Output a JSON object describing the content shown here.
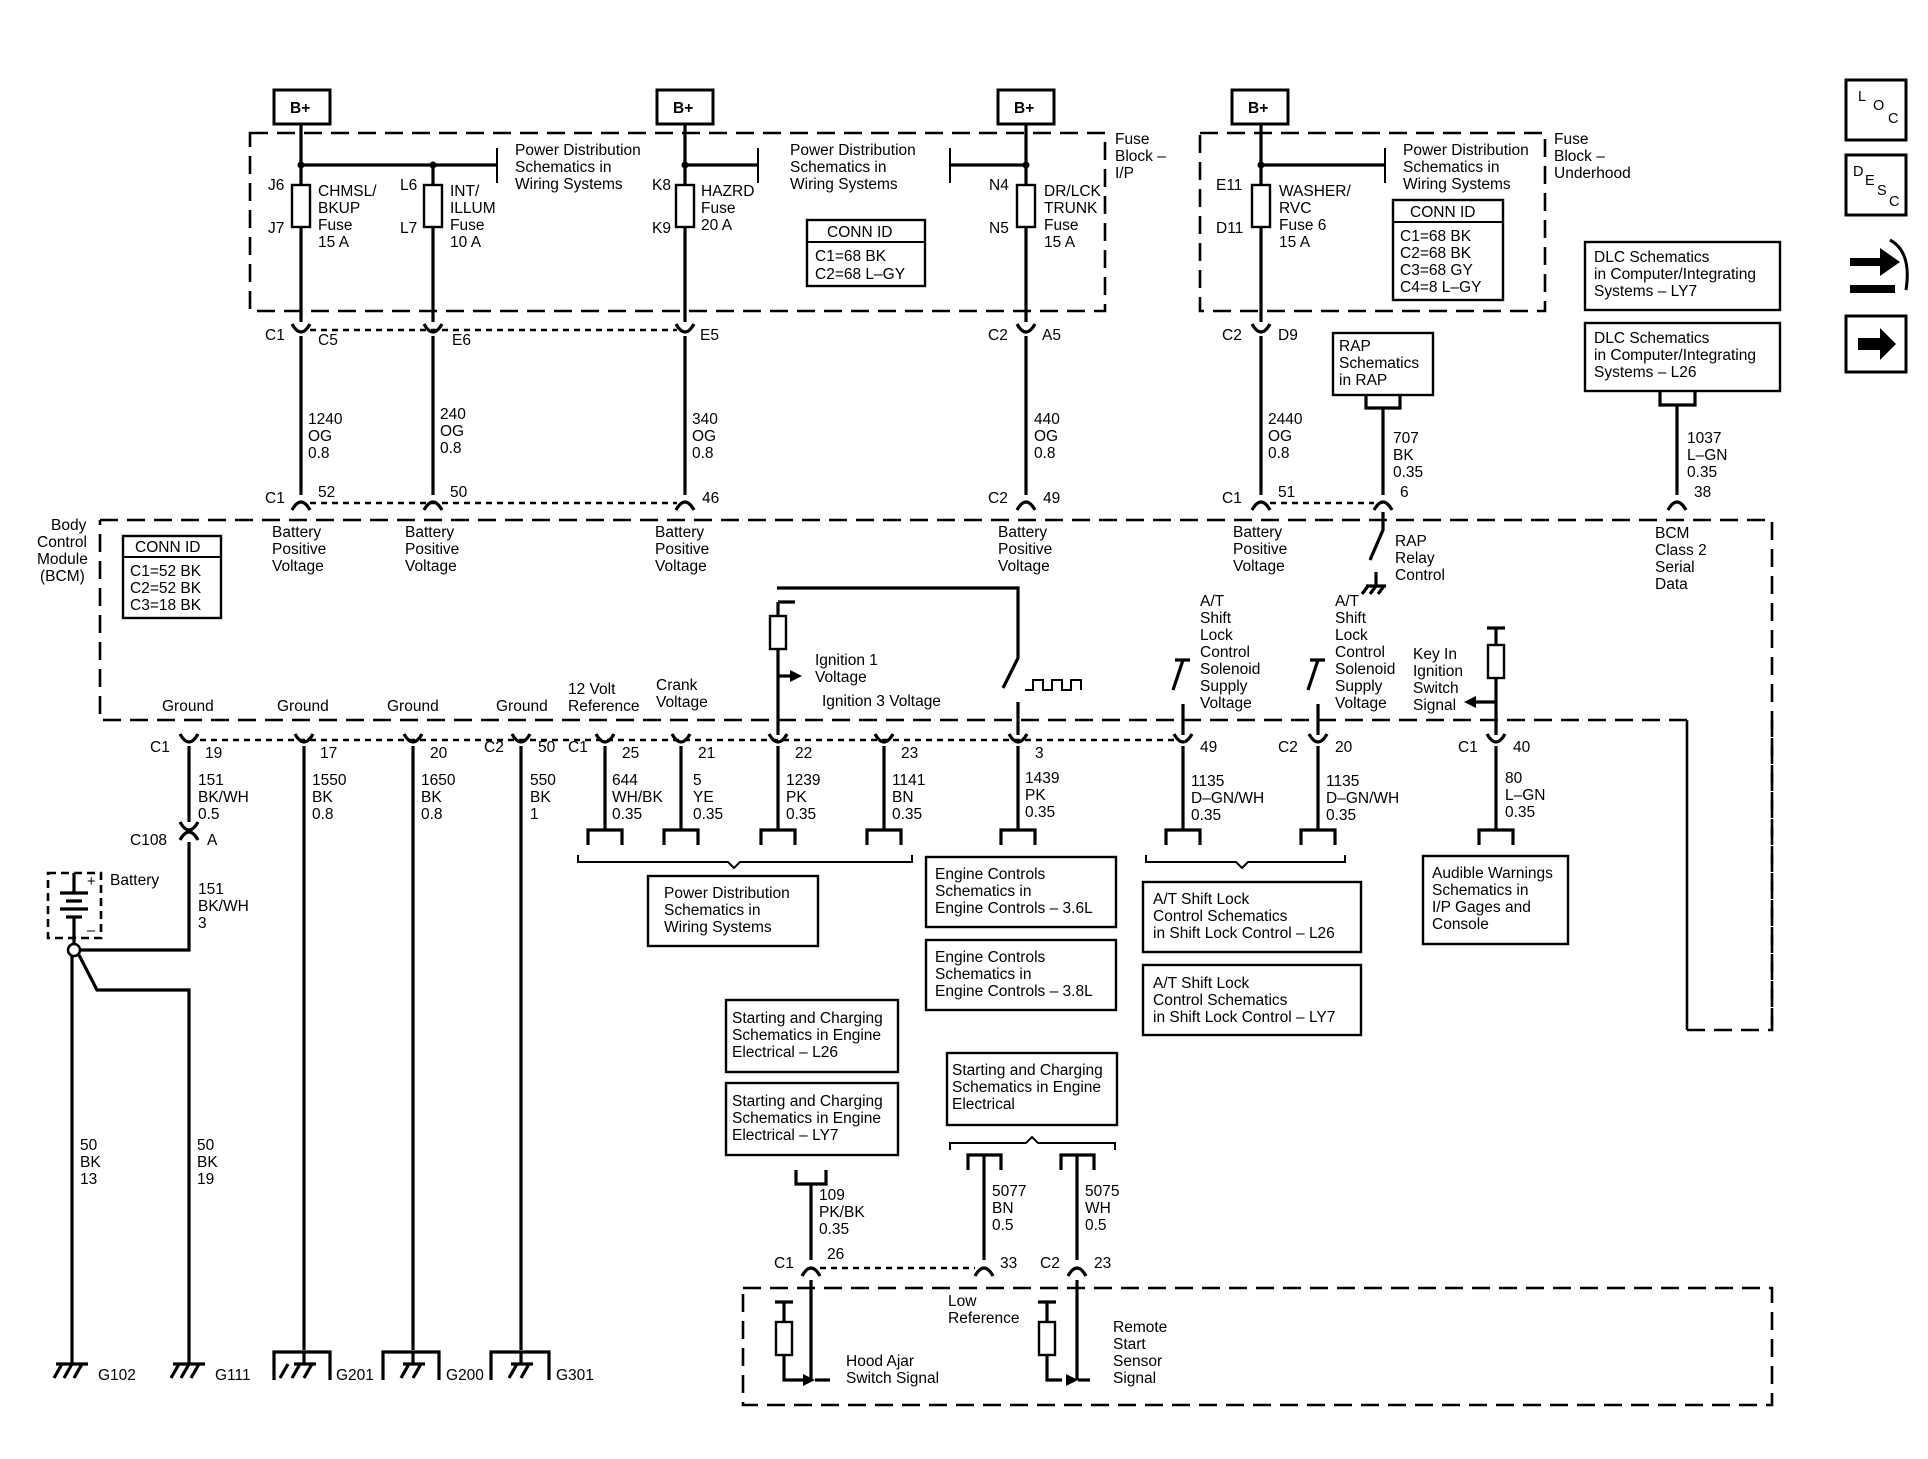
{
  "bplus": "B+",
  "fuse_block_ip": [
    "Fuse",
    "Block –",
    "I/P"
  ],
  "fuse_block_uh": [
    "Fuse",
    "Block –",
    "Underhood"
  ],
  "pds_ref": [
    "Power Distribution",
    "Schematics in",
    "Wiring Systems"
  ],
  "conn_ip": {
    "title": "CONN ID",
    "rows": [
      "C1=68 BK",
      "C2=68 L–GY"
    ]
  },
  "conn_uh": {
    "title": "CONN ID",
    "rows": [
      "C1=68 BK",
      "C2=68 BK",
      "C3=68 GY",
      "C4=8 L–GY"
    ]
  },
  "conn_bcm": {
    "title": "CONN ID",
    "rows": [
      "C1=52 BK",
      "C2=52 BK",
      "C3=18 BK"
    ]
  },
  "fuses": [
    {
      "top": "J6",
      "bot": "J7",
      "label": [
        "CHMSL/",
        "BKUP",
        "Fuse",
        "15 A"
      ]
    },
    {
      "top": "L6",
      "bot": "L7",
      "label": [
        "INT/",
        "ILLUM",
        "Fuse",
        "10 A"
      ]
    },
    {
      "top": "K8",
      "bot": "K9",
      "label": [
        "HAZRD",
        "Fuse",
        "20 A"
      ]
    },
    {
      "top": "N4",
      "bot": "N5",
      "label": [
        "DR/LCK",
        "TRUNK",
        "Fuse",
        "15 A"
      ]
    },
    {
      "top": "E11",
      "bot": "D11",
      "label": [
        "WASHER/",
        "RVC",
        "Fuse 6",
        "15 A"
      ]
    }
  ],
  "fb_pins": {
    "c1": "C1",
    "c5": "C5",
    "e6": "E6",
    "e5": "E5",
    "c2": "C2",
    "a5": "A5",
    "c2b": "C2",
    "d9": "D9"
  },
  "wires_top": [
    [
      "1240",
      "OG",
      "0.8"
    ],
    [
      "240",
      "OG",
      "0.8"
    ],
    [
      "340",
      "OG",
      "0.8"
    ],
    [
      "440",
      "OG",
      "0.8"
    ],
    [
      "2440",
      "OG",
      "0.8"
    ],
    [
      "707",
      "BK",
      "0.35"
    ],
    [
      "1037",
      "L–GN",
      "0.35"
    ]
  ],
  "bcm_pins_top": {
    "c1": "C1",
    "p52": "52",
    "p50": "50",
    "p46": "46",
    "c2": "C2",
    "p49": "49",
    "c1b": "C1",
    "p51": "51",
    "p6": "6",
    "p38": "38"
  },
  "bcm_label": [
    "Body",
    "Control",
    "Module",
    "(BCM)"
  ],
  "batt_pos": [
    "Battery",
    "Positive",
    "Voltage"
  ],
  "rap_box": [
    "RAP",
    "Schematics",
    "in RAP"
  ],
  "rap_relay": [
    "RAP",
    "Relay",
    "Control"
  ],
  "dlc_ly7": [
    "DLC Schematics",
    "in Computer/Integrating",
    "Systems – LY7"
  ],
  "dlc_l26": [
    "DLC Schematics",
    "in Computer/Integrating",
    "Systems – L26"
  ],
  "bcm_serial": [
    "BCM",
    "Class 2",
    "Serial",
    "Data"
  ],
  "ign1": [
    "Ignition 1",
    "Voltage"
  ],
  "ign3": "Ignition 3 Voltage",
  "ground": "Ground",
  "ref12": [
    "12 Volt",
    "Reference"
  ],
  "crank": [
    "Crank",
    "Voltage"
  ],
  "atsl": [
    "A/T",
    "Shift",
    "Lock",
    "Control",
    "Solenoid",
    "Supply",
    "Voltage"
  ],
  "keyin": [
    "Key In",
    "Ignition",
    "Switch",
    "Signal"
  ],
  "bcm_pins_bot": {
    "c1": "C1",
    "p19": "19",
    "p17": "17",
    "p20": "20",
    "c2": "C2",
    "p50": "50",
    "c1b": "C1",
    "p25": "25",
    "p21": "21",
    "p22": "22",
    "p23": "23",
    "p3": "3",
    "p49": "49",
    "c2b": "C2",
    "p20b": "20",
    "c1c": "C1",
    "p40": "40"
  },
  "wires_bot": [
    [
      "151",
      "BK/WH",
      "0.5"
    ],
    [
      "1550",
      "BK",
      "0.8"
    ],
    [
      "1650",
      "BK",
      "0.8"
    ],
    [
      "550",
      "BK",
      "1"
    ],
    [
      "644",
      "WH/BK",
      "0.35"
    ],
    [
      "5",
      "YE",
      "0.35"
    ],
    [
      "1239",
      "PK",
      "0.35"
    ],
    [
      "1141",
      "BN",
      "0.35"
    ],
    [
      "1439",
      "PK",
      "0.35"
    ],
    [
      "1135",
      "D–GN/WH",
      "0.35"
    ],
    [
      "1135",
      "D–GN/WH",
      "0.35"
    ],
    [
      "80",
      "L–GN",
      "0.35"
    ]
  ],
  "c108": {
    "name": "C108",
    "pin": "A"
  },
  "battery": "Battery",
  "wire_151_3": [
    "151",
    "BK/WH",
    "3"
  ],
  "wire_50_13": [
    "50",
    "BK",
    "13"
  ],
  "wire_50_19": [
    "50",
    "BK",
    "19"
  ],
  "grounds": [
    "G102",
    "G111",
    "G201",
    "G200",
    "G301"
  ],
  "ref_pds": [
    "Power Distribution",
    "Schematics in",
    "Wiring Systems"
  ],
  "ref_ec36": [
    "Engine Controls",
    "Schematics in",
    "Engine Controls – 3.6L"
  ],
  "ref_ec38": [
    "Engine Controls",
    "Schematics in",
    "Engine Controls – 3.8L"
  ],
  "ref_atl26": [
    "A/T Shift Lock",
    "Control Schematics",
    "in Shift Lock Control – L26"
  ],
  "ref_atly7": [
    "A/T Shift Lock",
    "Control Schematics",
    "in Shift Lock Control – LY7"
  ],
  "ref_audible": [
    "Audible Warnings",
    "Schematics in",
    "I/P Gages and",
    "Console"
  ],
  "ref_sc_l26": [
    "Starting and Charging",
    "Schematics in Engine",
    "Electrical – L26"
  ],
  "ref_sc_ly7": [
    "Starting and Charging",
    "Schematics in Engine",
    "Electrical – LY7"
  ],
  "ref_sc": [
    "Starting and Charging",
    "Schematics in Engine",
    "Electrical"
  ],
  "wire_109": [
    "109",
    "PK/BK",
    "0.35"
  ],
  "wire_5077": [
    "5077",
    "BN",
    "0.5"
  ],
  "wire_5075": [
    "5075",
    "WH",
    "0.5"
  ],
  "low_pins": {
    "c1": "C1",
    "p26": "26",
    "p33": "33",
    "c2": "C2",
    "p23": "23"
  },
  "low_ref": [
    "Low",
    "Reference"
  ],
  "hood": [
    "Hood Ajar",
    "Switch Signal"
  ],
  "remote": [
    "Remote",
    "Start",
    "Sensor",
    "Signal"
  ],
  "side_icons": [
    "loc-icon",
    "desc-icon",
    "connector-icon",
    "next-icon"
  ]
}
